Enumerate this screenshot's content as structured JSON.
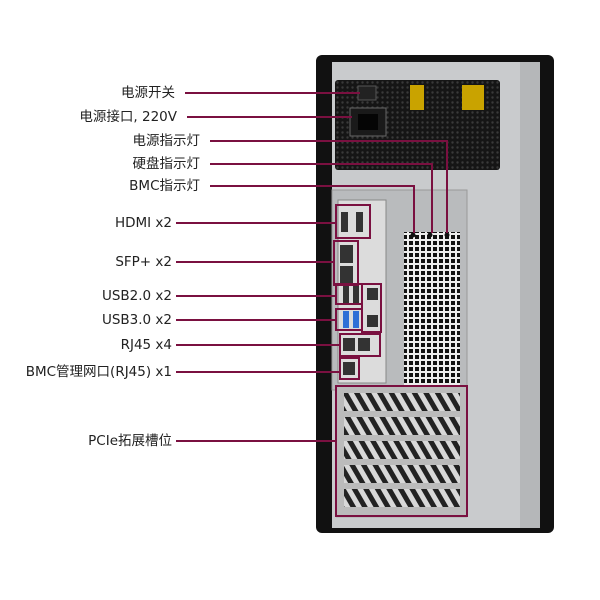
{
  "labels": {
    "power_switch": "电源开关",
    "power_inlet": "电源接口, 220V",
    "power_led": "电源指示灯",
    "hdd_led": "硬盘指示灯",
    "bmc_led": "BMC指示灯",
    "hdmi": "HDMI x2",
    "sfp": "SFP+ x2",
    "usb2": "USB2.0 x2",
    "usb3": "USB3.0 x2",
    "rj45": "RJ45 x4",
    "bmc_port": "BMC管理网口(RJ45) x1",
    "pcie": "PCIe拓展槽位"
  },
  "colors": {
    "callout": "#7a1040",
    "frame": "#111111",
    "panel": "#c9cbcd",
    "usb3": "#2f6fd6"
  }
}
